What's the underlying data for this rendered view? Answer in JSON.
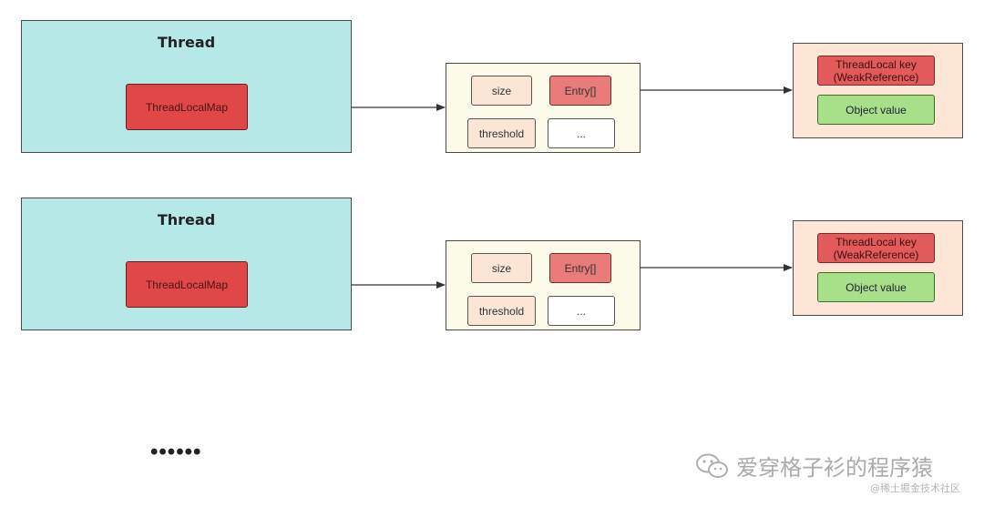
{
  "rows": [
    {
      "thread": {
        "title": "Thread",
        "map_label": "ThreadLocalMap"
      },
      "map": {
        "size": "size",
        "entries": "Entry[]",
        "threshold": "threshold",
        "more": "..."
      },
      "entry": {
        "key_line1": "ThreadLocal key",
        "key_line2": "(WeakReference)",
        "value": "Object value"
      }
    },
    {
      "thread": {
        "title": "Thread",
        "map_label": "ThreadLocalMap"
      },
      "map": {
        "size": "size",
        "entries": "Entry[]",
        "threshold": "threshold",
        "more": "..."
      },
      "entry": {
        "key_line1": "ThreadLocal key",
        "key_line2": "(WeakReference)",
        "value": "Object value"
      }
    }
  ],
  "ellipsis": "••••••",
  "watermark": {
    "name": "爱穿格子衫的程序猿",
    "community": "@稀土掘金技术社区",
    "icon": "wechat-icon"
  },
  "colors": {
    "thread_bg": "#b7e8e8",
    "map_bg": "#fcfbe9",
    "entry_bg": "#fde6d6",
    "red": "#e04848",
    "green": "#a8e08a"
  }
}
